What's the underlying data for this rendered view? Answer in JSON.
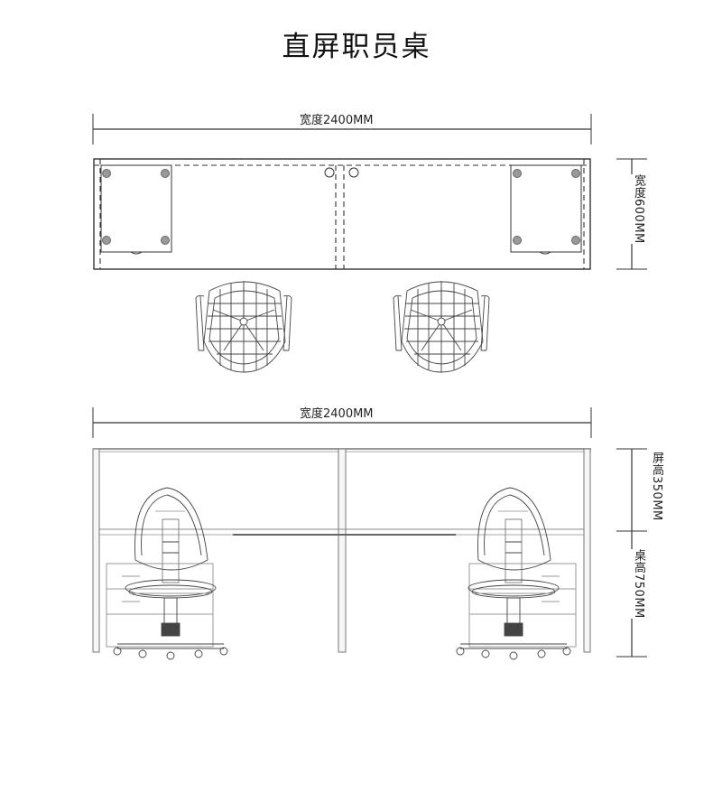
{
  "title": "直屏职员桌",
  "top_view": {
    "width_label": "宽度2400MM",
    "depth_label": "宽度600MM"
  },
  "front_view": {
    "width_label": "宽度2400MM",
    "screen_height_label": "屏高350MM",
    "desk_height_label": "桌高750MM"
  },
  "colors": {
    "line": "#333333",
    "light_line": "#9a9a9a",
    "background": "#ffffff"
  }
}
